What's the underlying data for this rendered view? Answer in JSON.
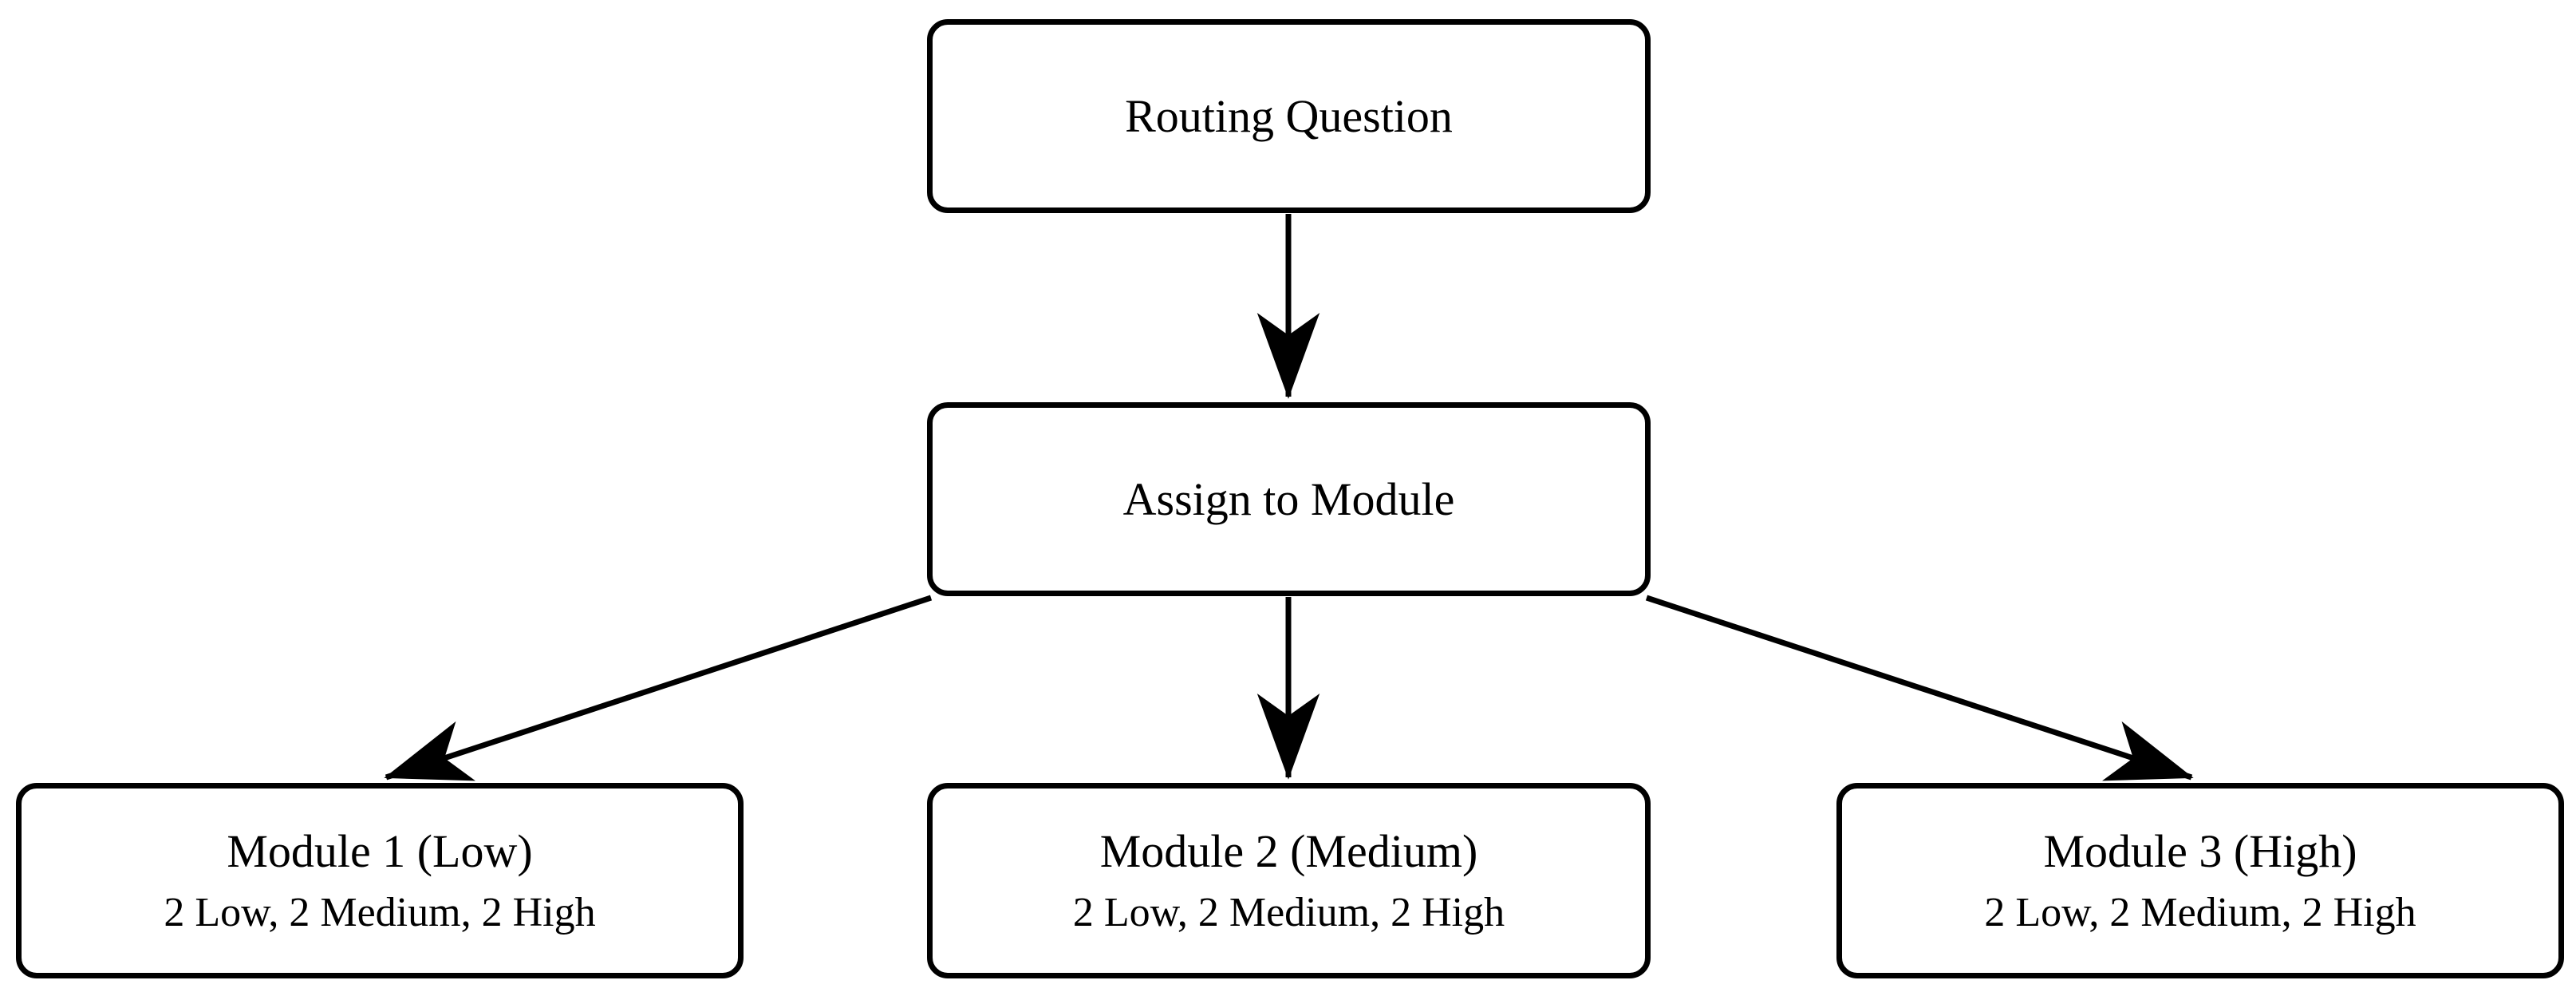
{
  "diagram": {
    "type": "flowchart",
    "background_color": "#ffffff",
    "stroke_color": "#000000",
    "nodes": [
      {
        "id": "routing-question",
        "title": "Routing Question",
        "subtitle": ""
      },
      {
        "id": "assign-module",
        "title": "Assign to Module",
        "subtitle": ""
      },
      {
        "id": "module-1",
        "title": "Module 1 (Low)",
        "subtitle": "2 Low, 2 Medium, 2 High"
      },
      {
        "id": "module-2",
        "title": "Module 2 (Medium)",
        "subtitle": "2 Low, 2 Medium, 2 High"
      },
      {
        "id": "module-3",
        "title": "Module 3 (High)",
        "subtitle": "2 Low, 2 Medium, 2 High"
      }
    ],
    "edges": [
      {
        "id": "edge-routing-to-assign",
        "from": "routing-question",
        "to": "assign-module",
        "label": ""
      },
      {
        "id": "edge-assign-to-module-1",
        "from": "assign-module",
        "to": "module-1",
        "label": ""
      },
      {
        "id": "edge-assign-to-module-2",
        "from": "assign-module",
        "to": "module-2",
        "label": ""
      },
      {
        "id": "edge-assign-to-module-3",
        "from": "assign-module",
        "to": "module-3",
        "label": ""
      }
    ]
  }
}
